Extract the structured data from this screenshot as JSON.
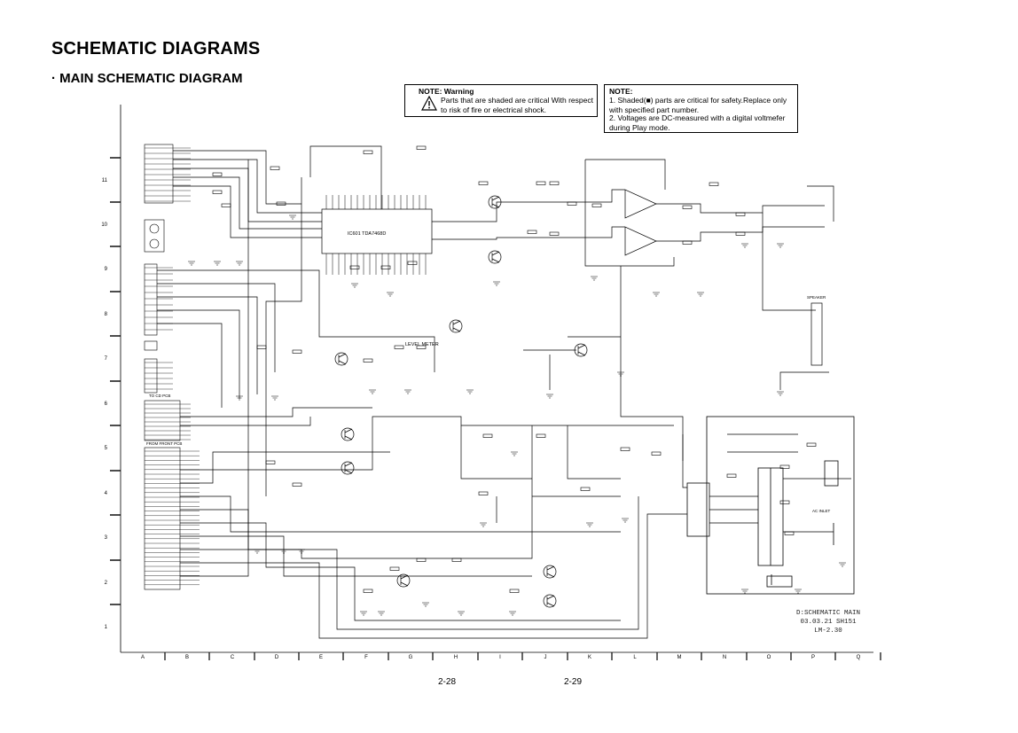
{
  "header": {
    "title": "SCHEMATIC DIAGRAMS",
    "subtitle": "· MAIN SCHEMATIC DIAGRAM"
  },
  "notes": {
    "warning_heading": "NOTE: Warning",
    "warning_text": "Parts that are shaded are critical With respect to risk of fire or electrical shock.",
    "note_heading": "NOTE:",
    "note_1": "1. Shaded(■) parts are critical for safety.Replace only with specified part number.",
    "note_2": "2. Voltages are DC-measured with a digital voltmefer during Play mode."
  },
  "grid": {
    "columns": [
      "A",
      "B",
      "C",
      "D",
      "E",
      "F",
      "G",
      "H",
      "I",
      "J",
      "K",
      "L",
      "M",
      "N",
      "O",
      "P",
      "Q"
    ],
    "rows": [
      "11",
      "10",
      "9",
      "8",
      "7",
      "6",
      "5",
      "4",
      "3",
      "2",
      "1"
    ]
  },
  "labels": {
    "ic": "IC601 TDA7468D",
    "level_meter": "LEVEL METER",
    "to_cd_pcb": "TO CD PCB",
    "from_front_pcb": "FROM FRONT PCB",
    "speaker": "SPEAKER",
    "ac_inlet": "AC INLET"
  },
  "stamp": {
    "line1": "D:SCHEMATIC MAIN",
    "line2": "03.03.21  SH151",
    "line3": "LM-2.30"
  },
  "pages": {
    "left": "2-28",
    "right": "2-29"
  },
  "colors": {
    "ink": "#000000",
    "paper": "#ffffff"
  }
}
